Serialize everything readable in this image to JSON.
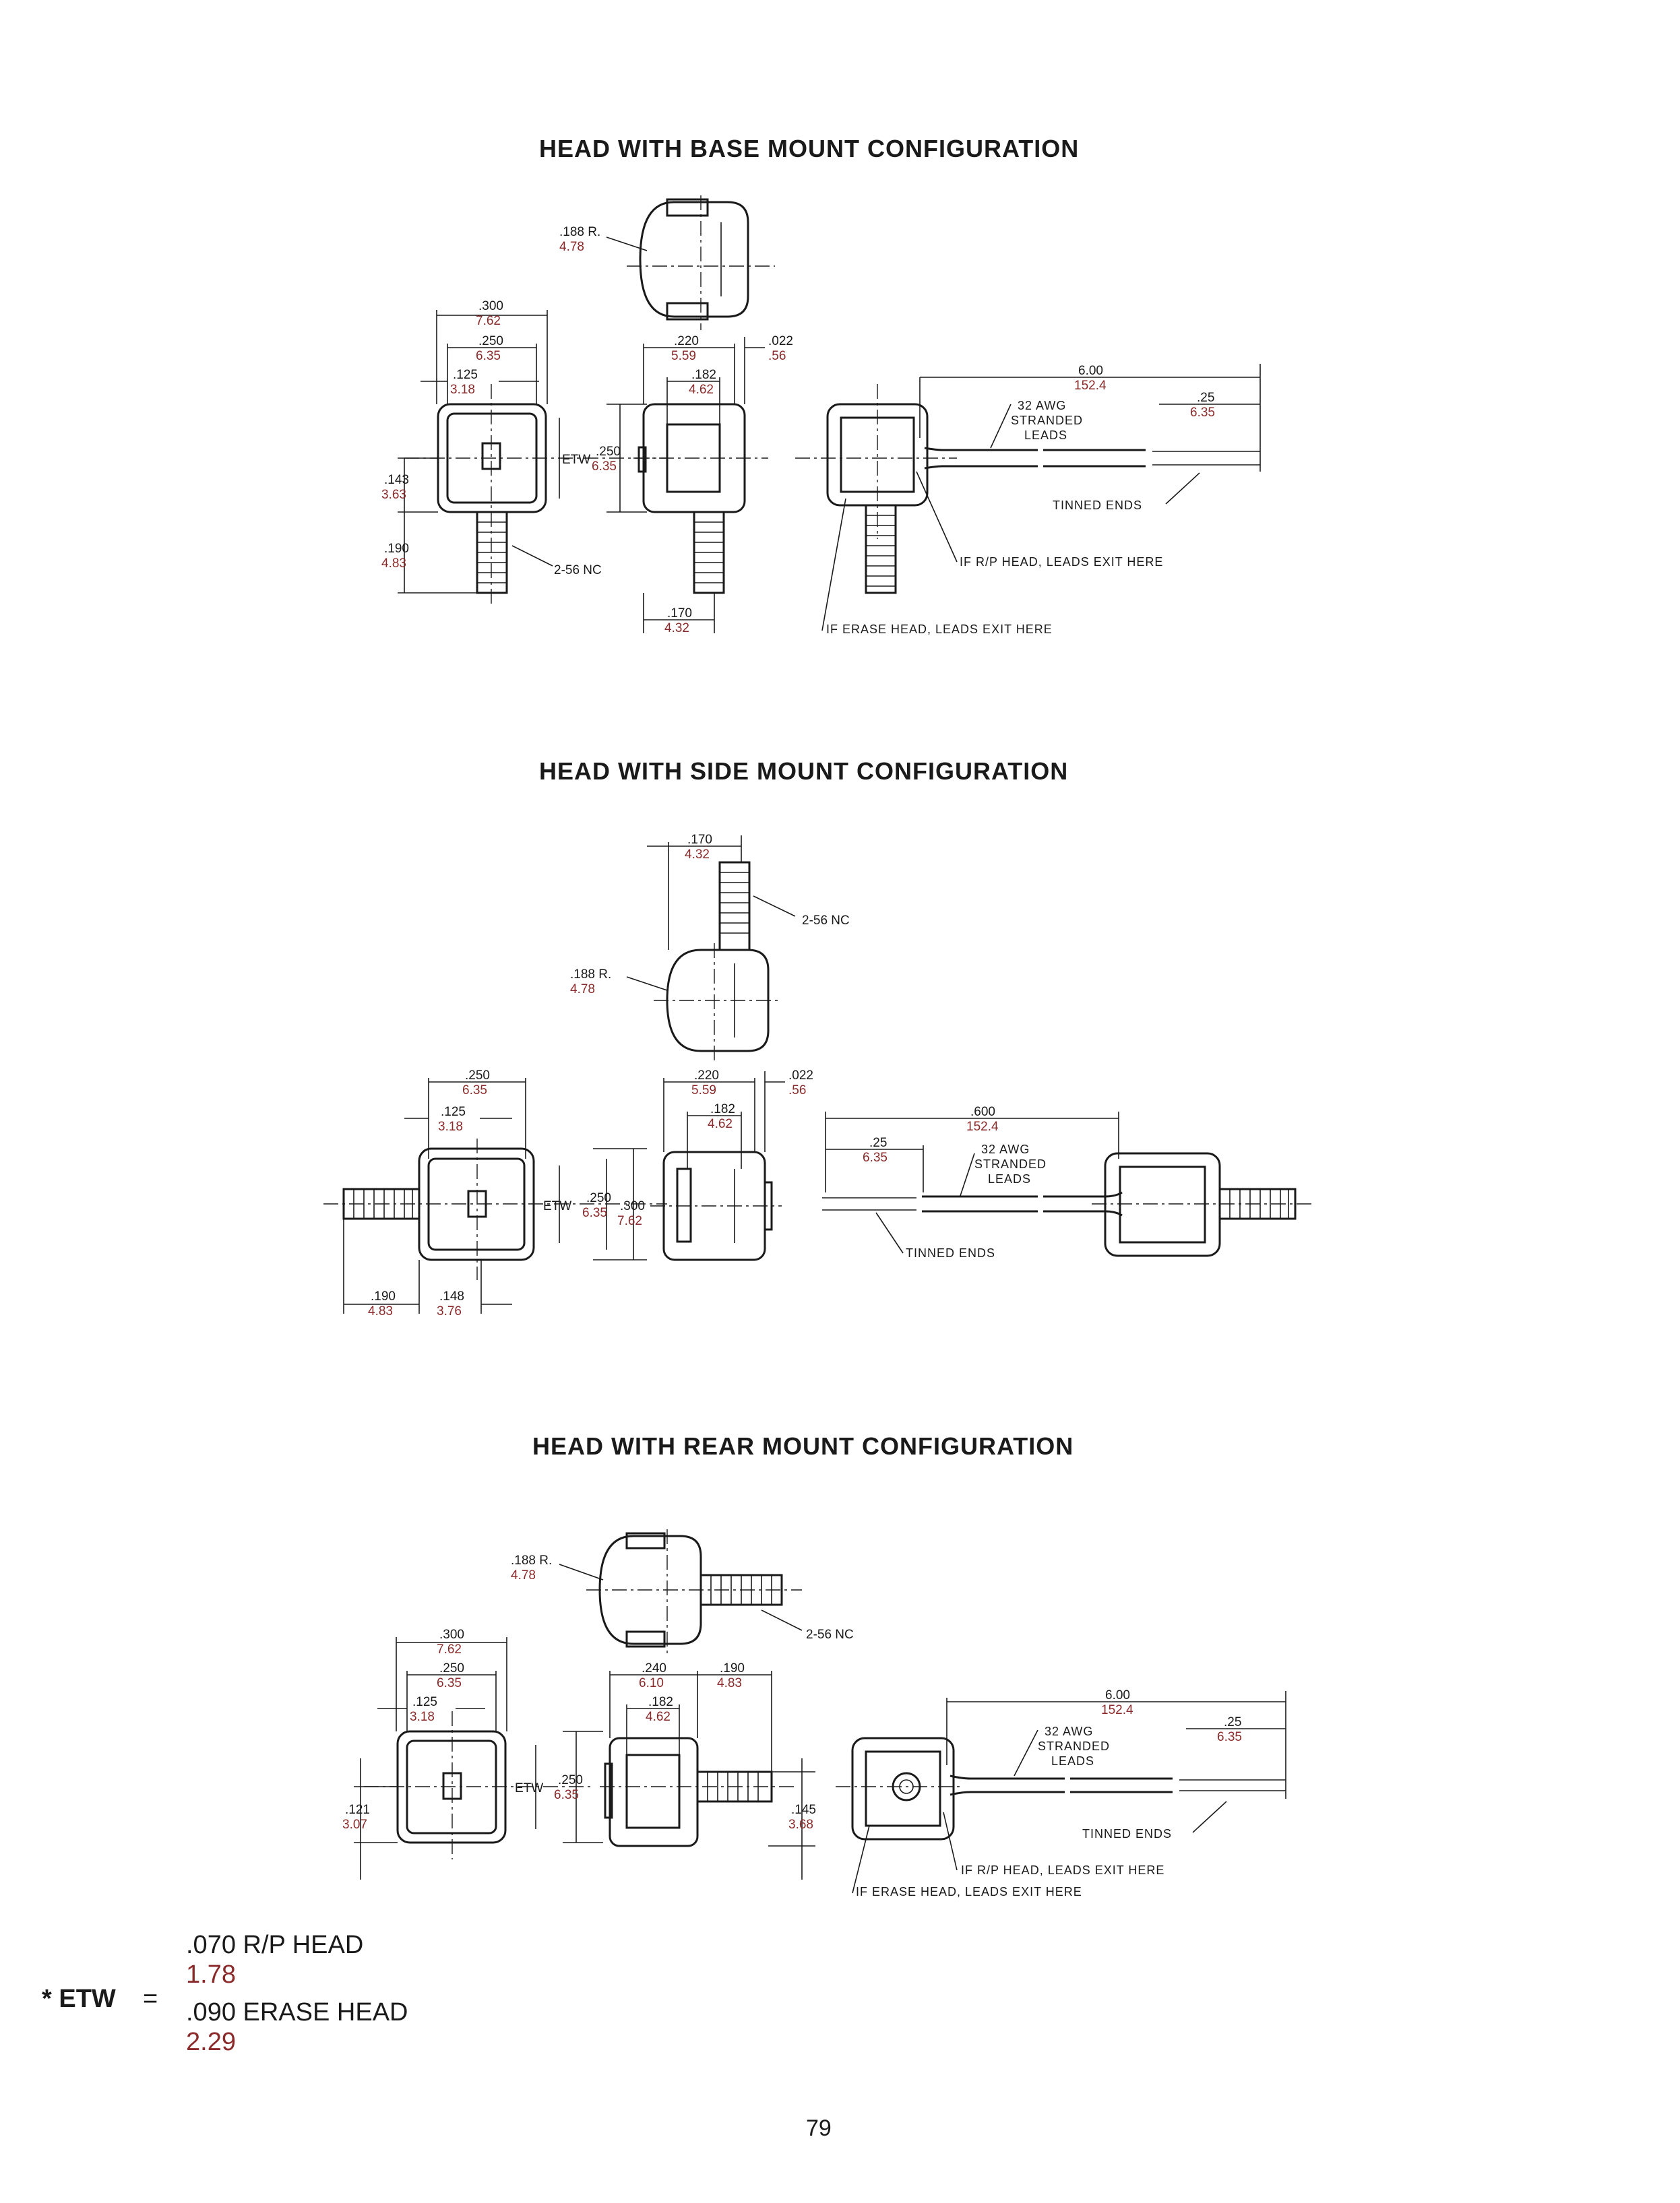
{
  "sections": [
    {
      "title": "HEAD WITH BASE MOUNT CONFIGURATION",
      "dims": {
        "radius": ".188 R.",
        "radius_m": "4.78",
        "w300": ".300",
        "w300_m": "7.62",
        "w250": ".250",
        "w250_m": "6.35",
        "w125": ".125",
        "w125_m": "3.18",
        "h143": ".143",
        "h143_m": "3.63",
        "h190": ".190",
        "h190_m": "4.83",
        "etw": "ETW",
        "h250": ".250",
        "h250_m": "6.35",
        "thread": "2-56 NC",
        "d220": ".220",
        "d220_m": "5.59",
        "d182": ".182",
        "d182_m": "4.62",
        "d022": ".022",
        "d022_m": ".56",
        "d170": ".170",
        "d170_m": "4.32",
        "lead_len": "6.00",
        "lead_len_m": "152.4",
        "awg_1": "32 AWG",
        "awg_2": "STRANDED",
        "awg_3": "LEADS",
        "strip": ".25",
        "strip_m": "6.35",
        "tinned": "TINNED ENDS",
        "rp_exit": "IF R/P HEAD, LEADS EXIT HERE",
        "erase_exit": "IF ERASE HEAD, LEADS EXIT HERE"
      }
    },
    {
      "title": "HEAD WITH SIDE MOUNT CONFIGURATION",
      "dims": {
        "d170": ".170",
        "d170_m": "4.32",
        "thread": "2-56 NC",
        "radius": ".188 R.",
        "radius_m": "4.78",
        "w250": ".250",
        "w250_m": "6.35",
        "w125": ".125",
        "w125_m": "3.18",
        "etw": "ETW",
        "h250": ".250",
        "h250_m": "6.35",
        "h300": ".300",
        "h300_m": "7.62",
        "w190": ".190",
        "w190_m": "4.83",
        "w148": ".148",
        "w148_m": "3.76",
        "d220": ".220",
        "d220_m": "5.59",
        "d182": ".182",
        "d182_m": "4.62",
        "d022": ".022",
        "d022_m": ".56",
        "lead_len": ".600",
        "lead_len_m": "152.4",
        "strip": ".25",
        "strip_m": "6.35",
        "awg_1": "32 AWG",
        "awg_2": "STRANDED",
        "awg_3": "LEADS",
        "tinned": "TINNED ENDS"
      }
    },
    {
      "title": "HEAD WITH REAR MOUNT CONFIGURATION",
      "dims": {
        "radius": ".188 R.",
        "radius_m": "4.78",
        "thread": "2-56 NC",
        "w300": ".300",
        "w300_m": "7.62",
        "w250": ".250",
        "w250_m": "6.35",
        "w125": ".125",
        "w125_m": "3.18",
        "h121": ".121",
        "h121_m": "3.07",
        "etw": "ETW",
        "h250": ".250",
        "h250_m": "6.35",
        "d240": ".240",
        "d240_m": "6.10",
        "d190": ".190",
        "d190_m": "4.83",
        "d182": ".182",
        "d182_m": "4.62",
        "h145": ".145",
        "h145_m": "3.68",
        "lead_len": "6.00",
        "lead_len_m": "152.4",
        "awg_1": "32 AWG",
        "awg_2": "STRANDED",
        "awg_3": "LEADS",
        "strip": ".25",
        "strip_m": "6.35",
        "tinned": "TINNED ENDS",
        "rp_exit": "IF R/P HEAD, LEADS EXIT HERE",
        "erase_exit": "IF ERASE HEAD, LEADS EXIT HERE"
      }
    }
  ],
  "legend": {
    "label": "* ETW",
    "equals": "=",
    "rp": ".070 R/P HEAD",
    "rp_m": "1.78",
    "erase": ".090 ERASE HEAD",
    "erase_m": "2.29"
  },
  "page_number": "79"
}
